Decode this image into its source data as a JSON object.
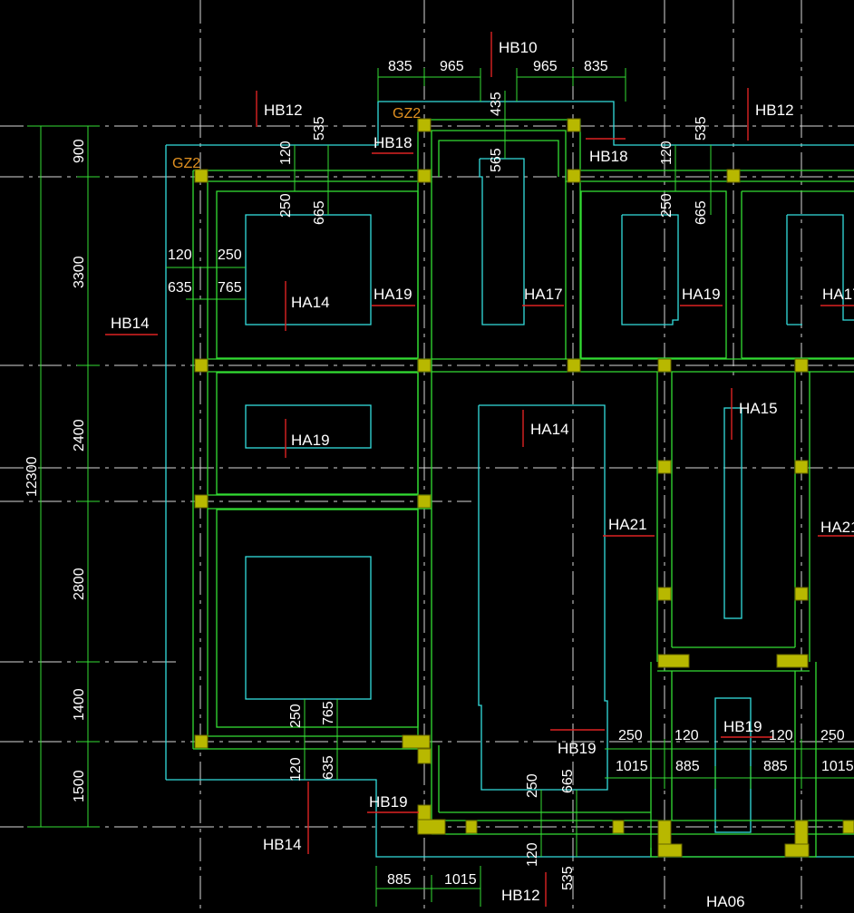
{
  "column_label": "GZ2",
  "slab_labels": {
    "hb10": "HB10",
    "hb12": "HB12",
    "hb14": "HB14",
    "hb18": "HB18",
    "hb19": "HB19",
    "ha06": "HA06",
    "ha14": "HA14",
    "ha15": "HA15",
    "ha17": "HA17",
    "ha19": "HA19",
    "ha21": "HA21"
  },
  "dimensions": {
    "d120": "120",
    "d250": "250",
    "d435": "435",
    "d535": "535",
    "d565": "565",
    "d635": "635",
    "d665": "665",
    "d765": "765",
    "d835": "835",
    "d885": "885",
    "d900": "900",
    "d965": "965",
    "d1015": "1015",
    "d1400": "1400",
    "d1500": "1500",
    "d2400": "2400",
    "d2800": "2800",
    "d3300": "3300",
    "d12300": "12300"
  }
}
